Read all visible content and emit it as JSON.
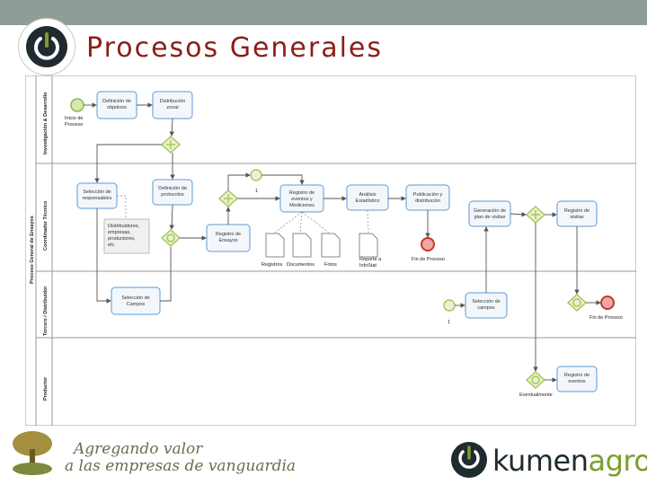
{
  "page": {
    "title": "Procesos Generales"
  },
  "diagram": {
    "pool_label": "Proceso General de Ensayos",
    "lanes": [
      {
        "label": "Investigación & Desarrollo"
      },
      {
        "label": "Coordinador Técnico"
      },
      {
        "label": "Tercero / Distribuidor"
      },
      {
        "label": "Productor"
      }
    ],
    "tasks": {
      "definicion_objetivos": [
        "Definición de",
        "objetivos"
      ],
      "distribucion_zonal": [
        "Distribución",
        "zonal"
      ],
      "seleccion_responsables": [
        "Selección de",
        "responsables"
      ],
      "definicion_protocolos": [
        "Definición de",
        "protocolos"
      ],
      "registro_ensayos": [
        "Registro de",
        "Ensayos"
      ],
      "registro_eventos": [
        "Registro de",
        "eventos y",
        "Mediciones"
      ],
      "analisis_estadistico": [
        "Análisis",
        "Estadístico"
      ],
      "publicacion": [
        "Publicación y",
        "distribución"
      ],
      "generacion_plan": [
        "Generación de",
        "plan de visitas"
      ],
      "registro_visitas": [
        "Registro de",
        "visitas"
      ],
      "seleccion_campos": [
        "Selección de",
        "Campos"
      ],
      "seleccion_campos_2": [
        "Selección de",
        "campos"
      ],
      "registro_eventos_productor": [
        "Registro de",
        "eventos"
      ]
    },
    "annotation": [
      "Distribuidores,",
      "empresas,",
      "productores,",
      "etc"
    ],
    "artifacts": {
      "registros": "Registros",
      "documentos": "Documentos",
      "fotos": "Fotos",
      "reporte": [
        "Reporte a",
        "InfoStat"
      ]
    },
    "labels": {
      "inicio": [
        "Inicio de",
        "Proceso"
      ],
      "fin_proceso_1": "Fin de Proceso",
      "fin_proceso_2": "Fin de Proceso",
      "eventualmente": "Eventualmente",
      "loop_1": "1",
      "loop_2": "1"
    }
  },
  "footer": {
    "slogan_line1": "Agregando valor",
    "slogan_line2": "a las empresas de vanguardia",
    "brand_part1": "kumen",
    "brand_part2": "agro"
  },
  "colors": {
    "title": "#8a1f16",
    "top_bar": "#8e9e96",
    "task_fill": "#f3f7fb",
    "task_stroke": "#5b9bd5",
    "gateway": "#a8c85a",
    "end_event": "#e0504a",
    "brand_green": "#7b9e2c",
    "brand_dark": "#1f2b30"
  }
}
